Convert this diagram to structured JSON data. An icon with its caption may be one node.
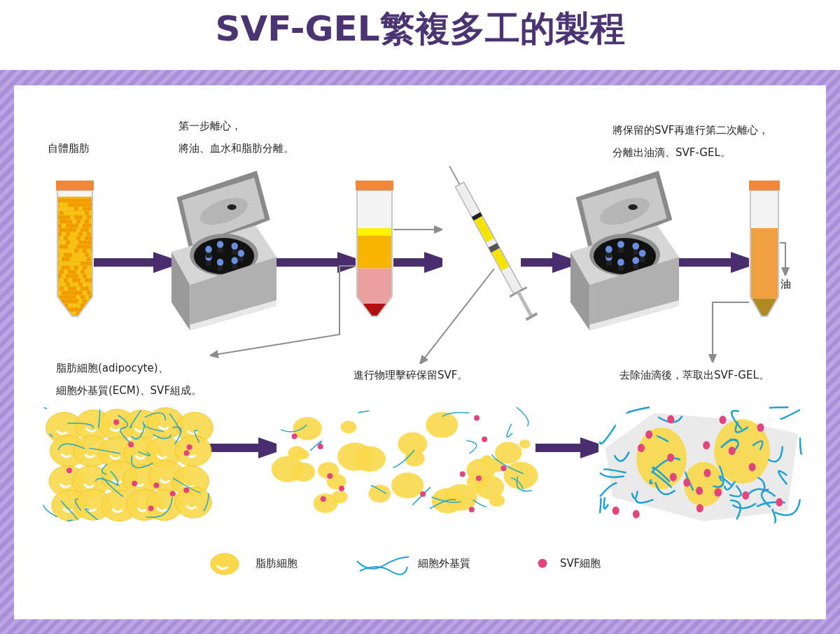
{
  "diagram": {
    "title": "SVF-GEL繁複多工的製程",
    "nodes": [
      {
        "text": [],
        "shape": "picture",
        "beside": [
          "自體脂肪"
        ]
      },
      {
        "text": [],
        "shape": "picture",
        "beside": [
          "第一步離心，",
          "將油、血水和脂肪分離。"
        ]
      },
      {
        "text": [],
        "shape": "picture"
      },
      {
        "text": [],
        "shape": "picture"
      },
      {
        "text": [],
        "shape": "picture",
        "beside": [
          "將保留的SVF再進行第二次離心，",
          "分離出油滴、SVF-GEL。"
        ]
      },
      {
        "text": [],
        "shape": "picture"
      },
      {
        "text": [
          "油"
        ]
      },
      {
        "text": [],
        "shape": "picture",
        "beside": [
          "脂肪細胞(adipocyte)、",
          "細胞外基質(ECM)、SVF組成。"
        ]
      },
      {
        "text": [],
        "shape": "picture",
        "beside": [
          "進行物理擊碎保留SVF。"
        ]
      },
      {
        "text": [],
        "shape": "picture",
        "beside": [
          "去除油滴後，萃取出SVF-GEL。"
        ]
      }
    ],
    "edges": [
      {
        "from": 0,
        "to": 1,
        "arrow": "to"
      },
      {
        "from": 1,
        "to": 2,
        "arrow": "to"
      },
      {
        "from": 2,
        "to": 3,
        "arrow": "to"
      },
      {
        "from": 3,
        "to": 4,
        "arrow": "to"
      },
      {
        "from": 4,
        "to": 5,
        "arrow": "to"
      },
      {
        "from": 2,
        "to": 3,
        "arrow": "to",
        "color": "#8c8c8c"
      },
      {
        "from": 2,
        "to": 7,
        "arrow": "to",
        "color": "#8c8c8c"
      },
      {
        "from": 3,
        "to": 8,
        "arrow": "to",
        "color": "#8c8c8c"
      },
      {
        "from": 5,
        "to": 6,
        "arrow": "to",
        "color": "#8c8c8c"
      },
      {
        "from": 5,
        "to": 9,
        "arrow": "to",
        "color": "#8c8c8c"
      },
      {
        "from": 7,
        "to": 8,
        "arrow": "to"
      },
      {
        "from": 8,
        "to": 9,
        "arrow": "to"
      }
    ],
    "legend": [
      {
        "text": "脂肪細胞"
      },
      {
        "text": "細胞外基質"
      },
      {
        "text": "SVF細胞"
      }
    ]
  }
}
